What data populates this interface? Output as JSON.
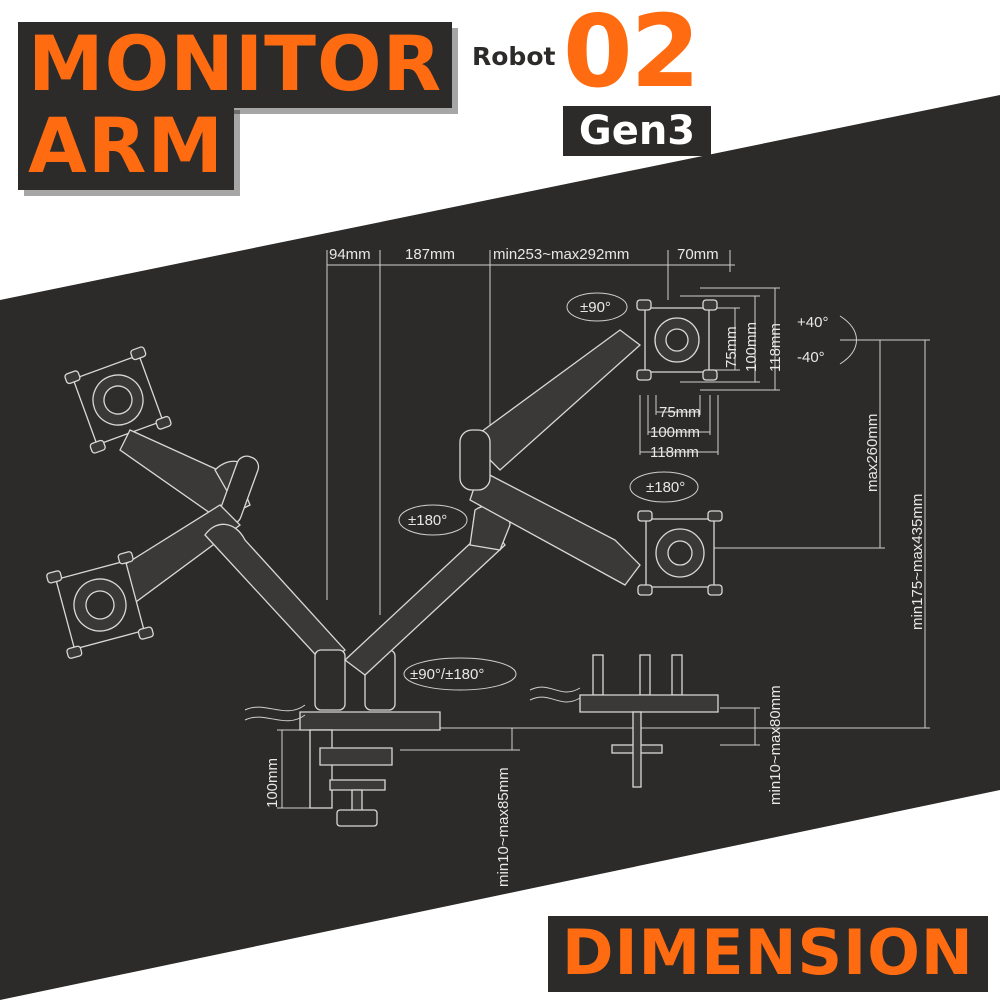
{
  "header": {
    "title_line1": "MONITOR",
    "title_line2": "ARM",
    "series": "Robot",
    "model_number": "02",
    "generation": "Gen3"
  },
  "footer": {
    "title": "DIMENSION"
  },
  "dimensions": {
    "top_94": "94mm",
    "top_187": "187mm",
    "top_reach": "min253~max292mm",
    "top_70": "70mm",
    "vesa_75_v": "75mm",
    "vesa_100_v": "100mm",
    "vesa_118_v": "118mm",
    "vesa_75_h": "75mm",
    "vesa_100_h": "100mm",
    "vesa_118_h": "118mm",
    "tilt_up": "+40°",
    "tilt_down": "-40°",
    "swivel_top": "±90°",
    "rotate_right": "±180°",
    "rotate_center": "±180°",
    "base_rotate": "±90°/±180°",
    "height_travel": "max260mm",
    "height_total": "min175~max435mm",
    "clamp_height": "100mm",
    "desk_clamp": "min10~max85mm",
    "grommet": "min10~max80mm"
  },
  "colors": {
    "accent": "#ff6b10",
    "panel": "#2c2b2a",
    "background": "#ffffff",
    "line": "#d8d8d8"
  }
}
